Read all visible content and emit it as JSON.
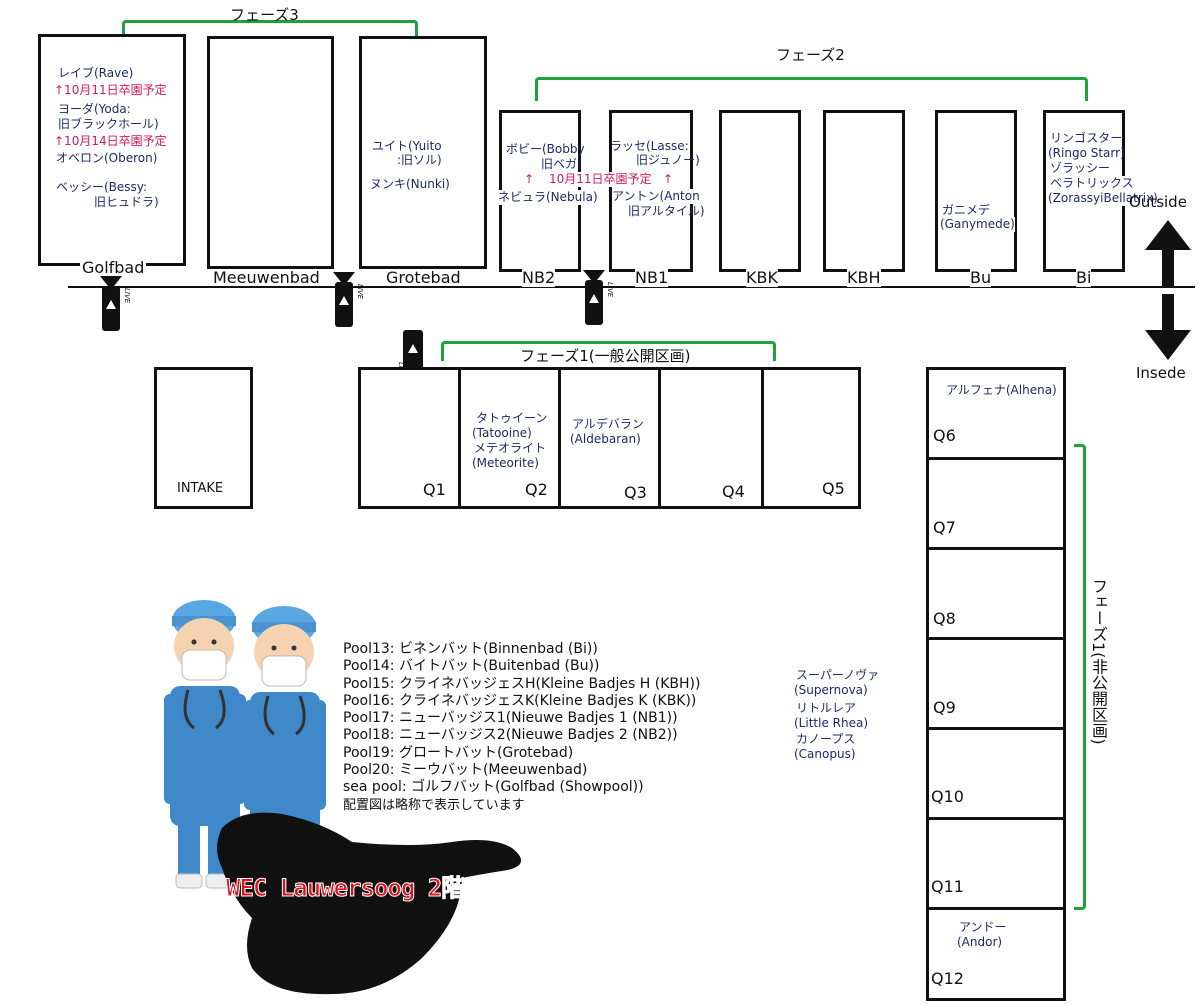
{
  "phases": {
    "phase3": "フェーズ3",
    "phase2": "フェーズ2",
    "phase1_public": "フェーズ1(一般公開区画)",
    "phase1_private": "フェーズ1(非公開区画)"
  },
  "direction": {
    "outside": "Outside",
    "inside": "Insede"
  },
  "pools_top": {
    "golfbad": "Golfbad",
    "meeuwenbad": "Meeuwenbad",
    "grotebad": "Grotebad",
    "nb2": "NB2",
    "nb1": "NB1",
    "kbk": "KBK",
    "kbh": "KBH",
    "bu": "Bu",
    "bi": "Bi"
  },
  "pools_q": {
    "intake": "INTAKE",
    "q1": "Q1",
    "q2": "Q2",
    "q3": "Q3",
    "q4": "Q4",
    "q5": "Q5",
    "q6": "Q6",
    "q7": "Q7",
    "q8": "Q8",
    "q9": "Q9",
    "q10": "Q10",
    "q11": "Q11",
    "q12": "Q12"
  },
  "seals": {
    "golfbad": {
      "l1": "レイブ(Rave)",
      "l2": "↑10月11日卒園予定",
      "l3": "ヨーダ(Yoda:",
      "l4": "旧ブラックホール)",
      "l5": "↑10月14日卒園予定",
      "l6": "オベロン(Oberon)",
      "l7": "ベッシー(Bessy:",
      "l8": "旧ヒュドラ)"
    },
    "grotebad": {
      "l1": "ユイト(Yuito",
      "l2": ":旧ソル)",
      "l3": "ヌンキ(Nunki)"
    },
    "nb2": {
      "l1": "ボビー(Bobby",
      "l2": "旧ベガ)",
      "l3": "↑",
      "l4": "ネビュラ(Nebula)"
    },
    "nb1": {
      "l1": "ラッセ(Lasse:",
      "l2": "旧ジュノー)",
      "l3": "10月11日卒園予定",
      "l4": "↑",
      "l5": "アントン(Anton",
      "l6": "旧アルタイル)"
    },
    "bu": {
      "l1": "ガニメデ",
      "l2": "(Ganymede)"
    },
    "bi": {
      "l1": "リンゴスター",
      "l2": "(Ringo Starr)",
      "l3": "ゾラッシー",
      "l4": "ベラトリックス",
      "l5": "(ZorassyiBellatrix)"
    },
    "q2": {
      "l1": "タトゥイーン",
      "l2": "(Tatooine)",
      "l3": "メテオライト",
      "l4": "(Meteorite)"
    },
    "q3": {
      "l1": "アルデバラン",
      "l2": "(Aldebaran)"
    },
    "q6": {
      "l1": "アルフェナ(Alhena)"
    },
    "q9side": {
      "l1": "スーパーノヴァ",
      "l2": "(Supernova)",
      "l3": "リトルレア",
      "l4": "(Little Rhea)",
      "l5": "カノープス",
      "l6": "(Canopus)"
    },
    "q12": {
      "l1": "アンドー",
      "l2": "(Andor)"
    }
  },
  "camera_label": "LIVE",
  "legend": [
    "Pool13: ビネンバット(Binnenbad (Bi))",
    "Pool14: バイトバット(Buitenbad (Bu))",
    "Pool15: クライネバッジェスH(Kleine Badjes H (KBH))",
    "Pool16: クライネバッジェスK(Kleine Badjes K (KBK))",
    "Pool17: ニューバッジス1(Nieuwe Badjes 1 (NB1))",
    "Pool18: ニューバッジス2(Nieuwe Badjes 2 (NB2))",
    "Pool19: グロートバット(Grotebad)",
    "Pool20: ミーウバット(Meeuwenbad)",
    "sea pool: ゴルフバット(Golfbad (Showpool))",
    "配置図は略称で表示しています"
  ],
  "wec_label": "WEC Lauwersoog 2階",
  "colors": {
    "bracket": "#1ea33a",
    "navy": "#1c2a6b",
    "pink": "#d6185e",
    "wec_text": "#e0121c"
  }
}
